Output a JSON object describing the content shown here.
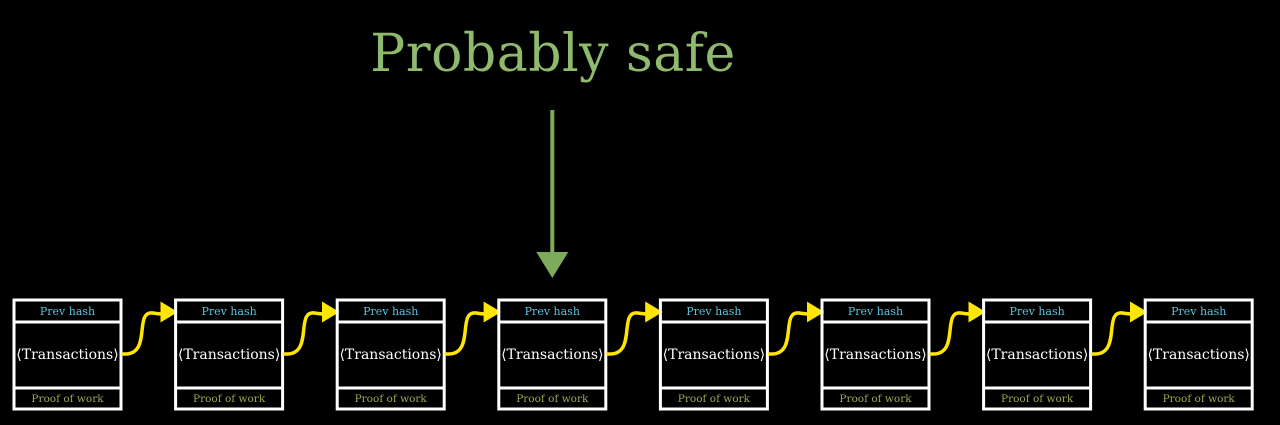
{
  "title": "Probably safe",
  "pointer_target_block": 3,
  "colors": {
    "background": "#000000",
    "title": "#8fba6e",
    "pointer_arrow": "#7dab5b",
    "block_border": "#ffffff",
    "hash_text": "#58c4dd",
    "transactions_text": "#ffffff",
    "proof_text": "#9aa94f",
    "link_arrow": "#ffe600"
  },
  "blocks": [
    {
      "prev_hash": "Prev hash",
      "transactions": "⟨Transactions⟩",
      "proof": "Proof of work"
    },
    {
      "prev_hash": "Prev hash",
      "transactions": "⟨Transactions⟩",
      "proof": "Proof of work"
    },
    {
      "prev_hash": "Prev hash",
      "transactions": "⟨Transactions⟩",
      "proof": "Proof of work"
    },
    {
      "prev_hash": "Prev hash",
      "transactions": "⟨Transactions⟩",
      "proof": "Proof of work"
    },
    {
      "prev_hash": "Prev hash",
      "transactions": "⟨Transactions⟩",
      "proof": "Proof of work"
    },
    {
      "prev_hash": "Prev hash",
      "transactions": "⟨Transactions⟩",
      "proof": "Proof of work"
    },
    {
      "prev_hash": "Prev hash",
      "transactions": "⟨Transactions⟩",
      "proof": "Proof of work"
    },
    {
      "prev_hash": "Prev hash",
      "transactions": "⟨Transactions⟩",
      "proof": "Proof of work"
    }
  ]
}
